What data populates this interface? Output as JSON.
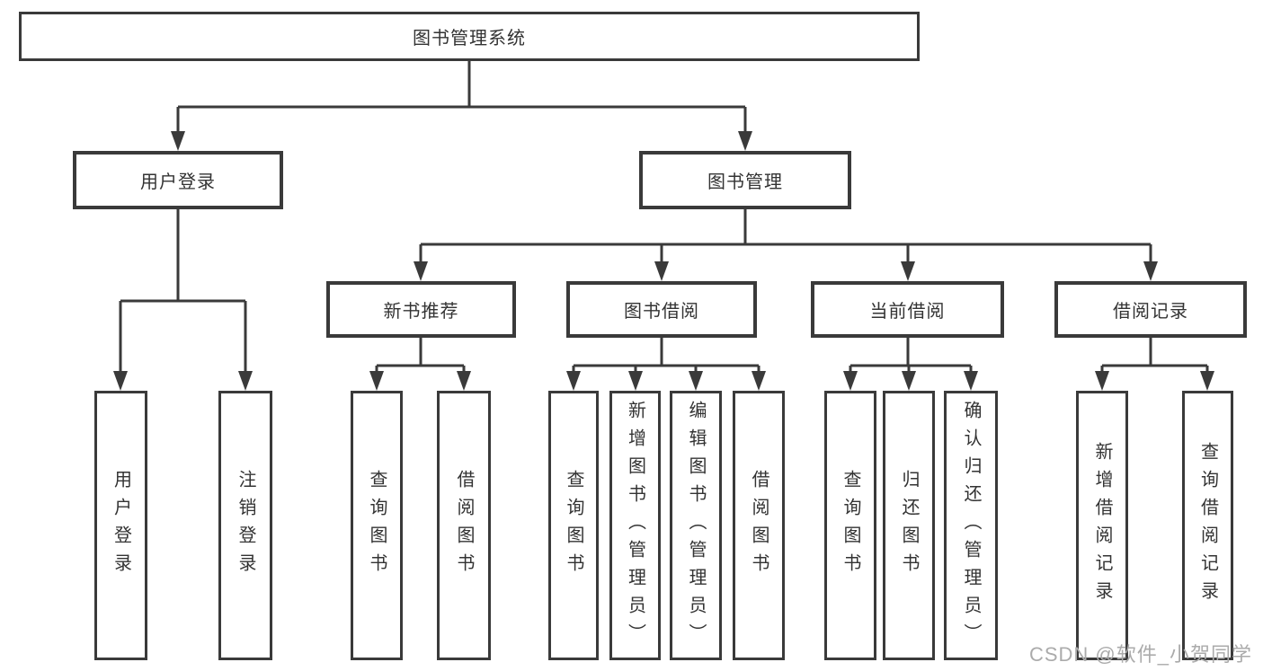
{
  "nodes": {
    "root": "图书管理系统",
    "user_login": "用户登录",
    "book_mgmt": "图书管理",
    "new_book_rec": "新书推荐",
    "book_borrow": "图书借阅",
    "current_borrow": "当前借阅",
    "borrow_records": "借阅记录",
    "leaves": {
      "g1": [
        "用户登录",
        "注销登录"
      ],
      "g2": [
        "查询图书",
        "借阅图书"
      ],
      "g3": [
        "查询图书",
        "新增图书（管理员）",
        "编辑图书（管理员）",
        "借阅图书"
      ],
      "g4": [
        "查询图书",
        "归还图书",
        "确认归还（管理员）"
      ],
      "g5": [
        "新增借阅记录",
        "查询借阅记录"
      ]
    }
  },
  "watermark": "CSDN @软件_小贺同学",
  "colors": {
    "line": "#3a3a3a",
    "text": "#333333",
    "watermark": "#ababab",
    "background": "#ffffff"
  }
}
